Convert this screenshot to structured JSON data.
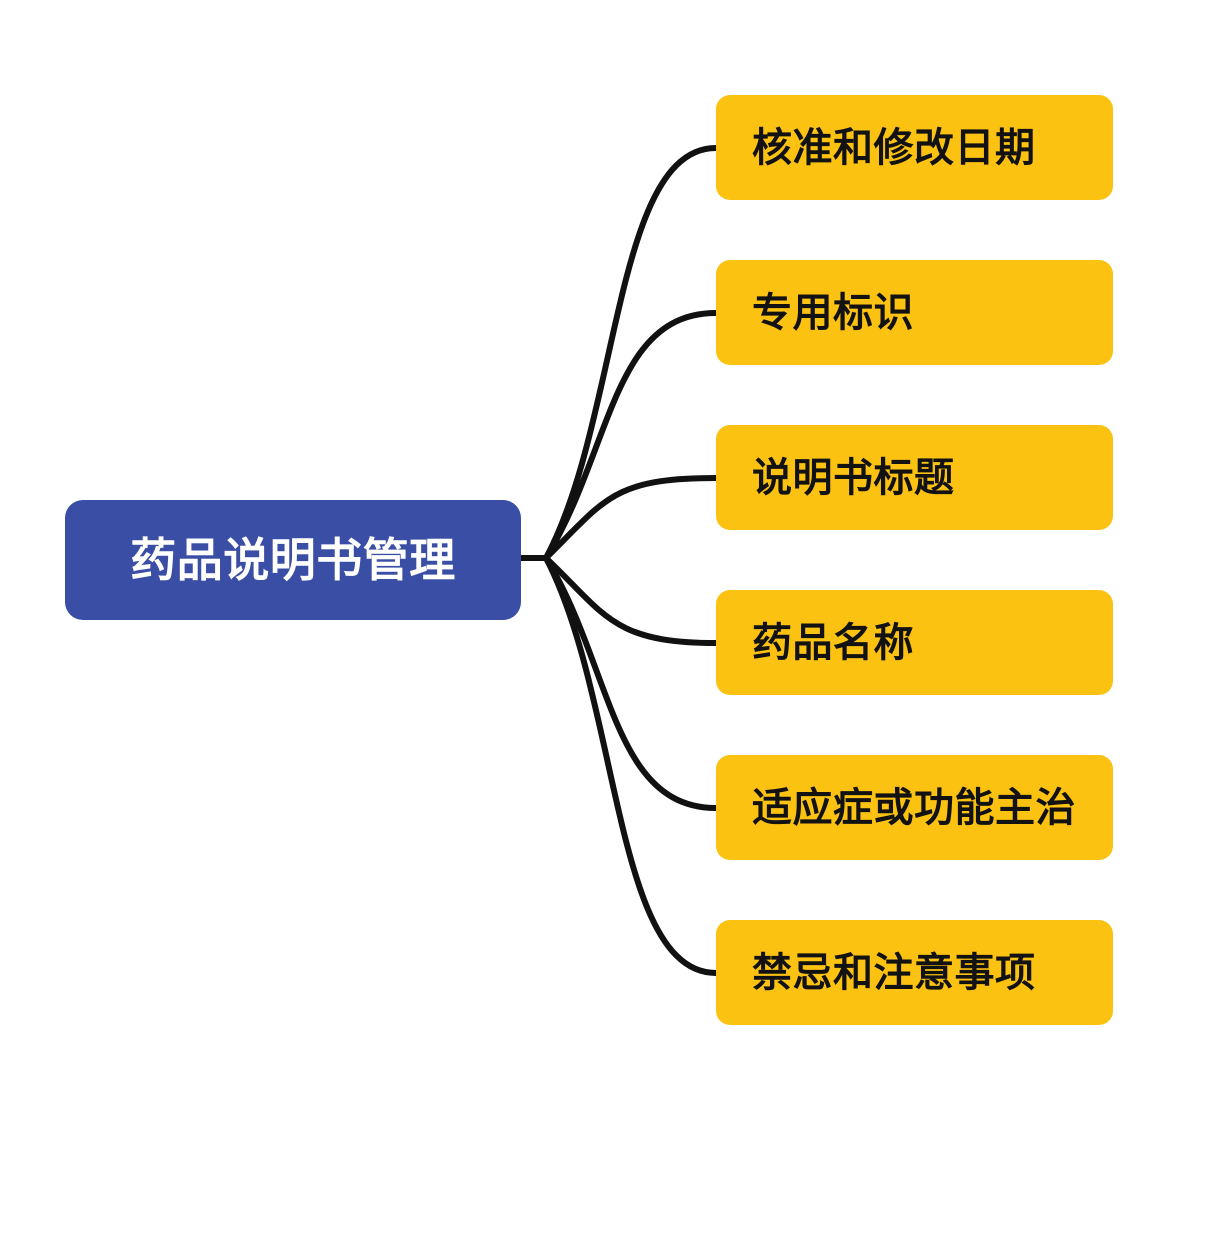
{
  "diagram": {
    "type": "mindmap",
    "title": "药品说明书管理",
    "orientation": "left-to-right",
    "background_color": "#FFFFFF",
    "root": {
      "label": "药品说明书管理",
      "fill_color": "#3A4EA5",
      "text_color": "#FFFFFF"
    },
    "branch_style": {
      "fill_color": "#FCC211",
      "text_color": "#121212",
      "connector_color": "#111111",
      "connector_width": 6
    },
    "branches": [
      {
        "label": "核准和修改日期"
      },
      {
        "label": "专用标识"
      },
      {
        "label": "说明书标题"
      },
      {
        "label": "药品名称"
      },
      {
        "label": "适应症或功能主治"
      },
      {
        "label": "禁忌和注意事项"
      }
    ]
  }
}
